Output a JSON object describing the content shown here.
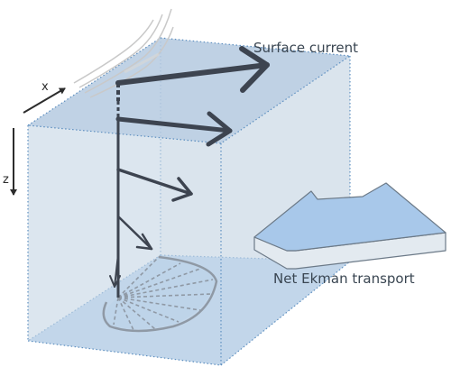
{
  "labels": {
    "surface_current": "Surface current",
    "net_transport": "Net Ekman transport",
    "x_axis": "x",
    "z_axis": "z"
  },
  "colors": {
    "water_side": "#dde6ef",
    "water_top": "#b9cde2",
    "water_bottom": "#a9c8e8",
    "edge": "#5d8fc0",
    "arrow": "#3d4450",
    "transport_top": "#a8c8ea",
    "transport_side": "#e3eaf0",
    "wind": "#c9c9c9"
  },
  "icons": {
    "wind": "wind-icon",
    "current_arrows": "arrow-icon"
  }
}
